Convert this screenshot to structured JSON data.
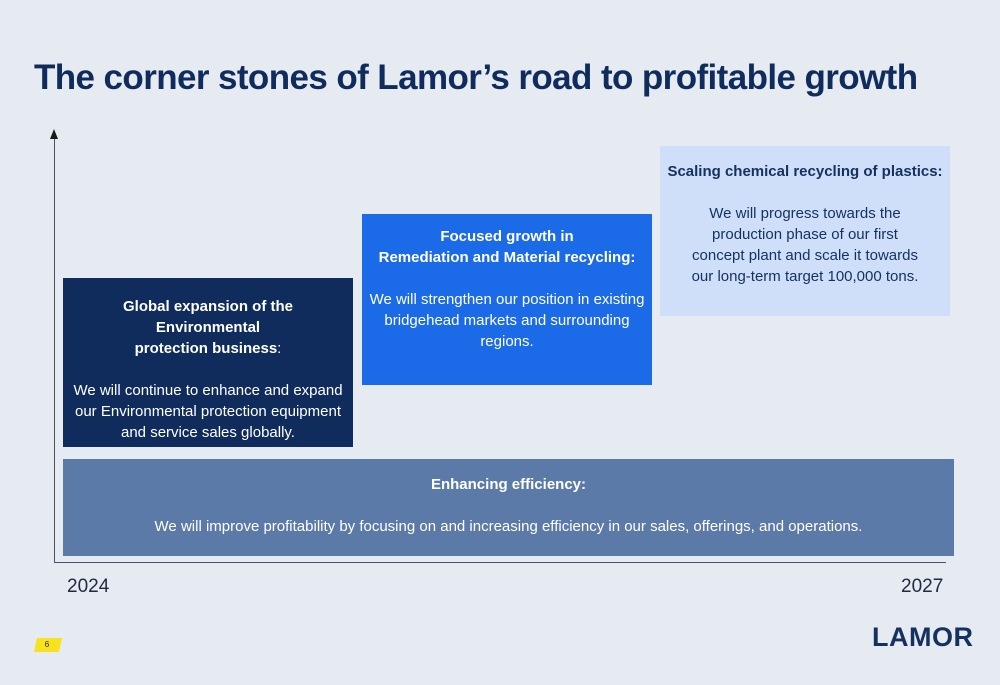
{
  "title": "The corner stones of Lamor’s road to profitable growth",
  "timeline": {
    "start_year": "2024",
    "end_year": "2027"
  },
  "boxes": [
    {
      "heading_line1": "Global expansion of the Environmental",
      "heading_line2": "protection business",
      "heading_suffix": ":",
      "body": [
        "We will continue to enhance and expand",
        "our Environmental protection equipment",
        "and service sales globally."
      ]
    },
    {
      "heading_line1": "Focused growth in",
      "heading_line2": "Remediation and Material recycling:",
      "body": [
        "We will strengthen our position in existing",
        "bridgehead markets and surrounding",
        "regions."
      ]
    },
    {
      "heading_line1": "Scaling chemical recycling of plastics:",
      "body": [
        "We will progress towards the",
        "production phase of our first",
        "concept plant and scale it towards",
        "our long-term target 100,000 tons."
      ]
    },
    {
      "heading_line1": "Enhancing efficiency:",
      "body": [
        "We will improve profitability by focusing on and increasing efficiency in our sales, offerings, and operations."
      ]
    }
  ],
  "footer": {
    "page_number": "6",
    "logo_text": "LAMOR"
  },
  "colors": {
    "background": "#e6ebf1",
    "title": "#0f2c5c",
    "box_dark_navy": "#0f2c5c",
    "box_bright_blue": "#1b6ae8",
    "box_light_blue": "#cfdff9",
    "box_slate_blue": "#5b7aa8",
    "page_badge": "#f7e21b"
  }
}
